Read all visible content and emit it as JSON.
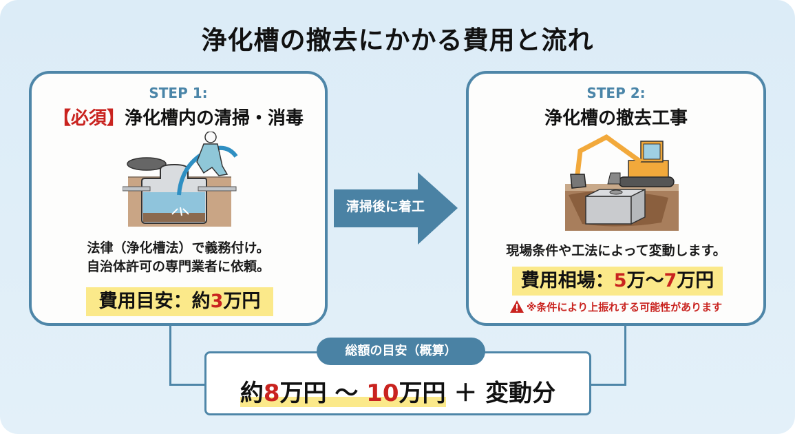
{
  "title": "浄化槽の撤去にかかる費用と流れ",
  "colors": {
    "background": "#dcecf7",
    "card_border": "#4e86a8",
    "step_label": "#4a85a8",
    "highlight": "#fbe98a",
    "accent_red": "#c9231f",
    "arrow": "#4a82a4"
  },
  "step1": {
    "label": "STEP 1:",
    "required_tag": "【必須】",
    "title": "浄化槽内の清掃・消毒",
    "illustration": "worker-cleaning-septic-tank",
    "desc_line1": "法律（浄化槽法）で義務付け。",
    "desc_line2": "自治体許可の専門業者に依頼。",
    "cost_prefix": "費用目安：約",
    "cost_value": "3",
    "cost_suffix": "万円"
  },
  "arrow": {
    "label": "清掃後に着工"
  },
  "step2": {
    "label": "STEP 2:",
    "title": "浄化槽の撤去工事",
    "illustration": "excavator-removing-tank",
    "desc": "現場条件や工法によって変動します。",
    "cost_prefix": "費用相場：",
    "cost_low": "5",
    "cost_mid": "万〜",
    "cost_high": "7",
    "cost_suffix": "万円",
    "warning_icon": "warning-triangle-icon",
    "warning": "※条件により上振れする可能性があります"
  },
  "total": {
    "badge": "総額の目安（概算）",
    "prefix": "約",
    "low": "8",
    "mid": "万円 〜 ",
    "high": "10",
    "unit": "万円",
    "extra": " ＋ 変動分"
  }
}
